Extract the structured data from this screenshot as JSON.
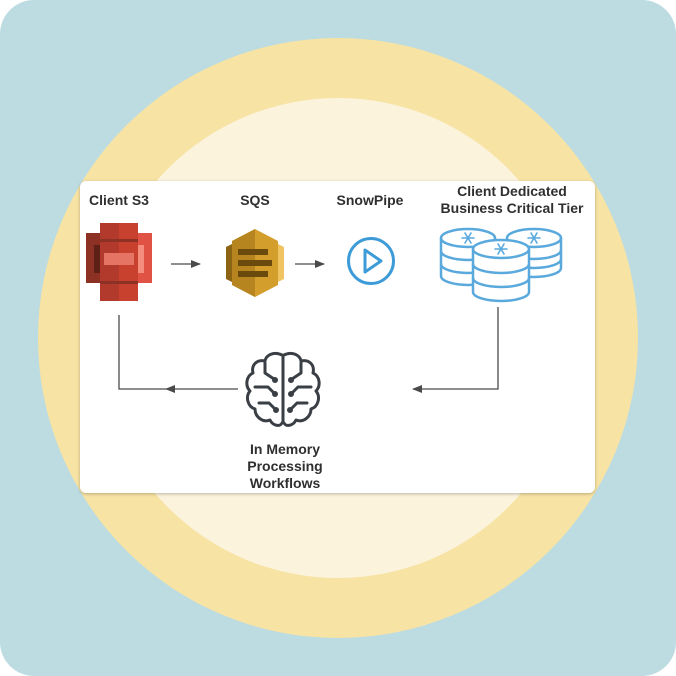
{
  "diagram": {
    "nodes": {
      "client_s3": {
        "label": "Client S3",
        "icon": "aws-s3-bucket-icon"
      },
      "sqs": {
        "label": "SQS",
        "icon": "aws-sqs-queue-icon"
      },
      "snowpipe": {
        "label": "SnowPipe",
        "icon": "play-circle-icon"
      },
      "business_tier": {
        "label_line1": "Client Dedicated",
        "label_line2": "Business Critical Tier",
        "icon": "snowflake-database-cluster-icon"
      },
      "in_memory": {
        "label_line1": "In Memory",
        "label_line2": "Processing",
        "label_line3": "Workflows",
        "icon": "brain-circuit-icon"
      }
    },
    "edges": [
      {
        "from": "Client S3",
        "to": "SQS"
      },
      {
        "from": "SQS",
        "to": "SnowPipe"
      },
      {
        "from": "Client Dedicated Business Critical Tier",
        "to": "In Memory Processing Workflows"
      },
      {
        "from": "In Memory Processing Workflows",
        "to": "Client S3"
      }
    ]
  },
  "colors": {
    "background": "#bcdce2",
    "ring_outer": "#f7e3a3",
    "ring_inner": "#fbf3dc",
    "s3": "#c8412f",
    "sqs": "#d39e2c",
    "snowpipe": "#3d9bd8",
    "db": "#5aa9dd",
    "brain": "#3a3f45",
    "connector": "#4a4a4a"
  }
}
